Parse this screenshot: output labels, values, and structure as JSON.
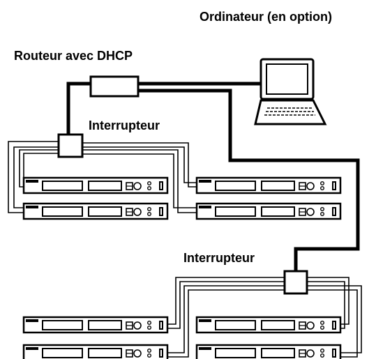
{
  "labels": {
    "computer": "Ordinateur (en option)",
    "router": "Routeur avec DHCP",
    "switch_top": "Interrupteur",
    "switch_bottom": "Interrupteur"
  },
  "colors": {
    "line": "#000000",
    "background": "#ffffff"
  }
}
